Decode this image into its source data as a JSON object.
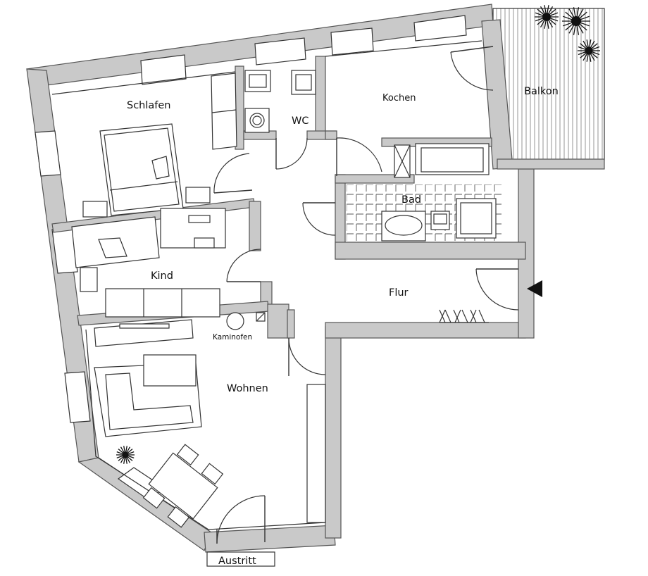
{
  "rooms": {
    "schlafen": "Schlafen",
    "wc": "WC",
    "kochen": "Kochen",
    "balkon": "Balkon",
    "bad": "Bad",
    "kind": "Kind",
    "flur": "Flur",
    "kaminofen": "Kaminofen",
    "wohnen": "Wohnen",
    "austritt": "Austritt"
  },
  "entrance": {
    "icon": "entrance-arrow-icon"
  },
  "colors": {
    "wall": "#c9c9c9",
    "line": "#333333",
    "background": "#ffffff"
  }
}
